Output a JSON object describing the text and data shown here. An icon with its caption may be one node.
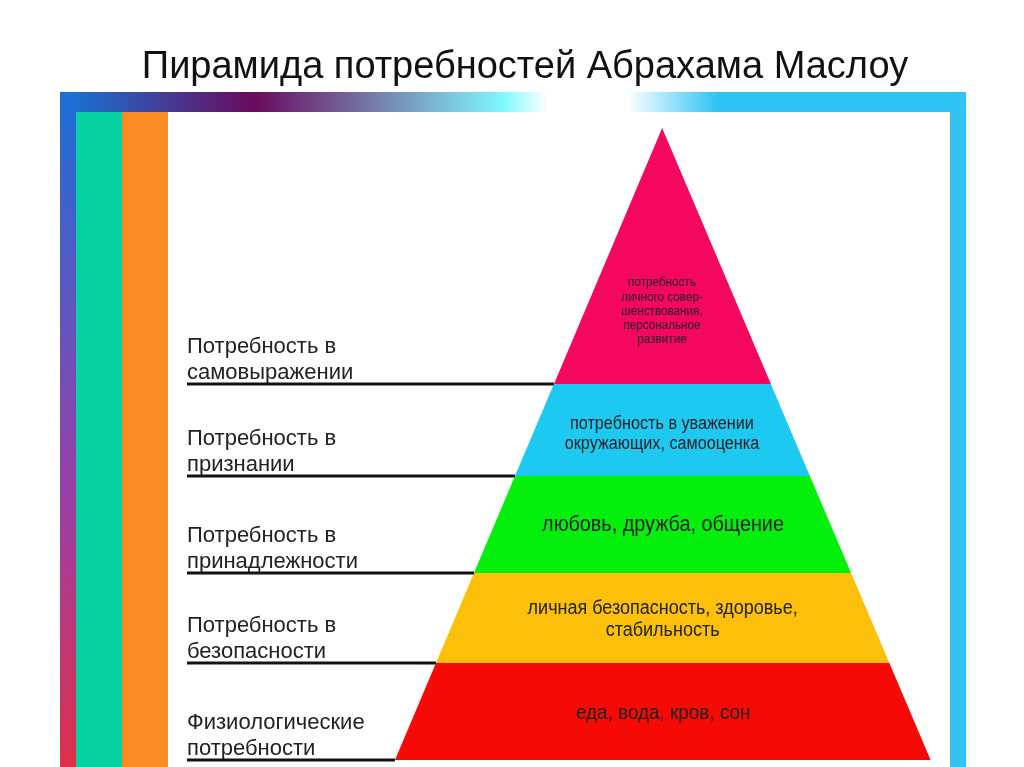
{
  "diagram": {
    "title": "Пирамида потребностей Абрахама Маслоу",
    "nodes": [
      {
        "text": [
          "потребность личного совер-шенствования, персональное развитие"
        ]
      },
      {
        "text": [
          "потребность в уважении окружающих, самооценка"
        ]
      },
      {
        "text": [
          "любовь, дружба, общение"
        ]
      },
      {
        "text": [
          "личная безопасность, здоровье, стабильность"
        ]
      },
      {
        "text": [
          "еда, вода, кров, сон"
        ]
      },
      {
        "text": [
          "Потребность в самовыражении"
        ]
      },
      {
        "text": [
          "Потребность в признании"
        ]
      },
      {
        "text": [
          "Потребность в принадлежности"
        ]
      },
      {
        "text": [
          "Потребность в безопасности"
        ]
      },
      {
        "text": [
          "Физиологические потребности"
        ]
      }
    ],
    "edges": [
      {
        "from": 5,
        "to": 0,
        "arrow": "none"
      },
      {
        "from": 6,
        "to": 1,
        "arrow": "none"
      },
      {
        "from": 7,
        "to": 2,
        "arrow": "none"
      },
      {
        "from": 8,
        "to": 3,
        "arrow": "none"
      },
      {
        "from": 9,
        "to": 4,
        "arrow": "none"
      }
    ]
  }
}
